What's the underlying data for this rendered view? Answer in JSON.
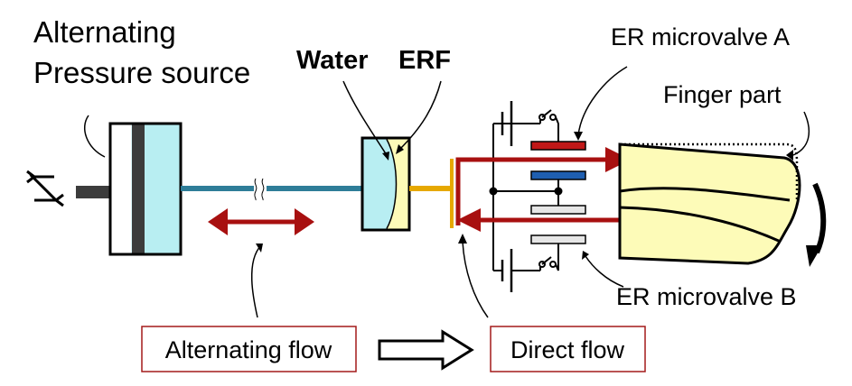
{
  "labels": {
    "source_line1": "Alternating",
    "source_line2": "Pressure source",
    "water": "Water",
    "erf": "ERF",
    "valve_a": "ER microvalve A",
    "finger": "Finger part",
    "valve_b": "ER microvalve B",
    "alternating_flow": "Alternating flow",
    "direct_flow": "Direct flow"
  },
  "colors": {
    "cylinder_fluid": "#b8eef2",
    "piston": "#3c3c3c",
    "water_tube": "#2e7d98",
    "erf_tube": "#e6a800",
    "erf_fill": "#fdfbb8",
    "water_fill": "#b8eef2",
    "flow_arrow": "#a81010",
    "valve_red": "#c01818",
    "valve_blue": "#1f5fb0",
    "valve_gray": "#e6e6e6",
    "finger_fill": "#fdfbb8",
    "box_border": "#a31a1a"
  },
  "icons": {
    "source_symbol": "zigzag-arrow-icon",
    "bend_arrow": "curved-arrow-icon",
    "flow_direction": "outline-right-arrow-icon"
  }
}
